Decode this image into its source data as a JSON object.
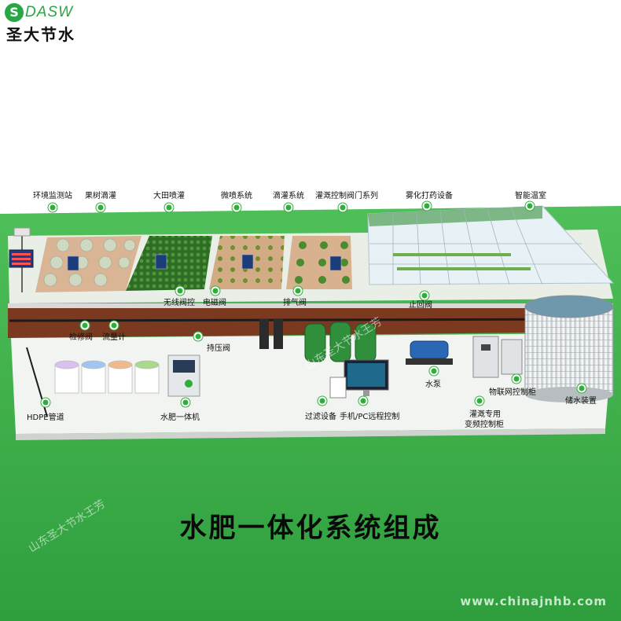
{
  "brand": {
    "mark": "S",
    "latin": "DASW",
    "chinese": "圣大节水"
  },
  "title": "水肥一体化系统组成",
  "watermarks": {
    "center": "山东圣大节水王芳",
    "left": "山东圣大节水王芳",
    "url": "www.chinajnhb.com"
  },
  "colors": {
    "green_bg": "#3bb04a",
    "accent": "#2fae3c",
    "soil": "#7b3a1f"
  },
  "top_labels": [
    "环境监测站",
    "果树滴灌",
    "大田喷灌",
    "微喷系统",
    "滴灌系统",
    "灌溉控制阀门系列",
    "雾化打药设备",
    "智能温室"
  ],
  "mid_labels": {
    "wireless_valve": "无线阀控",
    "solenoid_valve": "电磁阀",
    "exhaust_valve": "排气阀",
    "check_valve": "止回阀",
    "service_valve": "检修阀",
    "flow_meter": "流量计",
    "pressure_valve": "持压阀"
  },
  "bottom_labels": {
    "hdpe": "HDPE管道",
    "fertigation_machine": "水肥一体机",
    "filter": "过滤设备",
    "remote_control": "手机/PC远程控制",
    "pump": "水泵",
    "iot_cabinet": "物联网控制柜",
    "vfd_cabinet_1": "灌溉专用",
    "vfd_cabinet_2": "变频控制柜",
    "storage": "储水装置"
  }
}
